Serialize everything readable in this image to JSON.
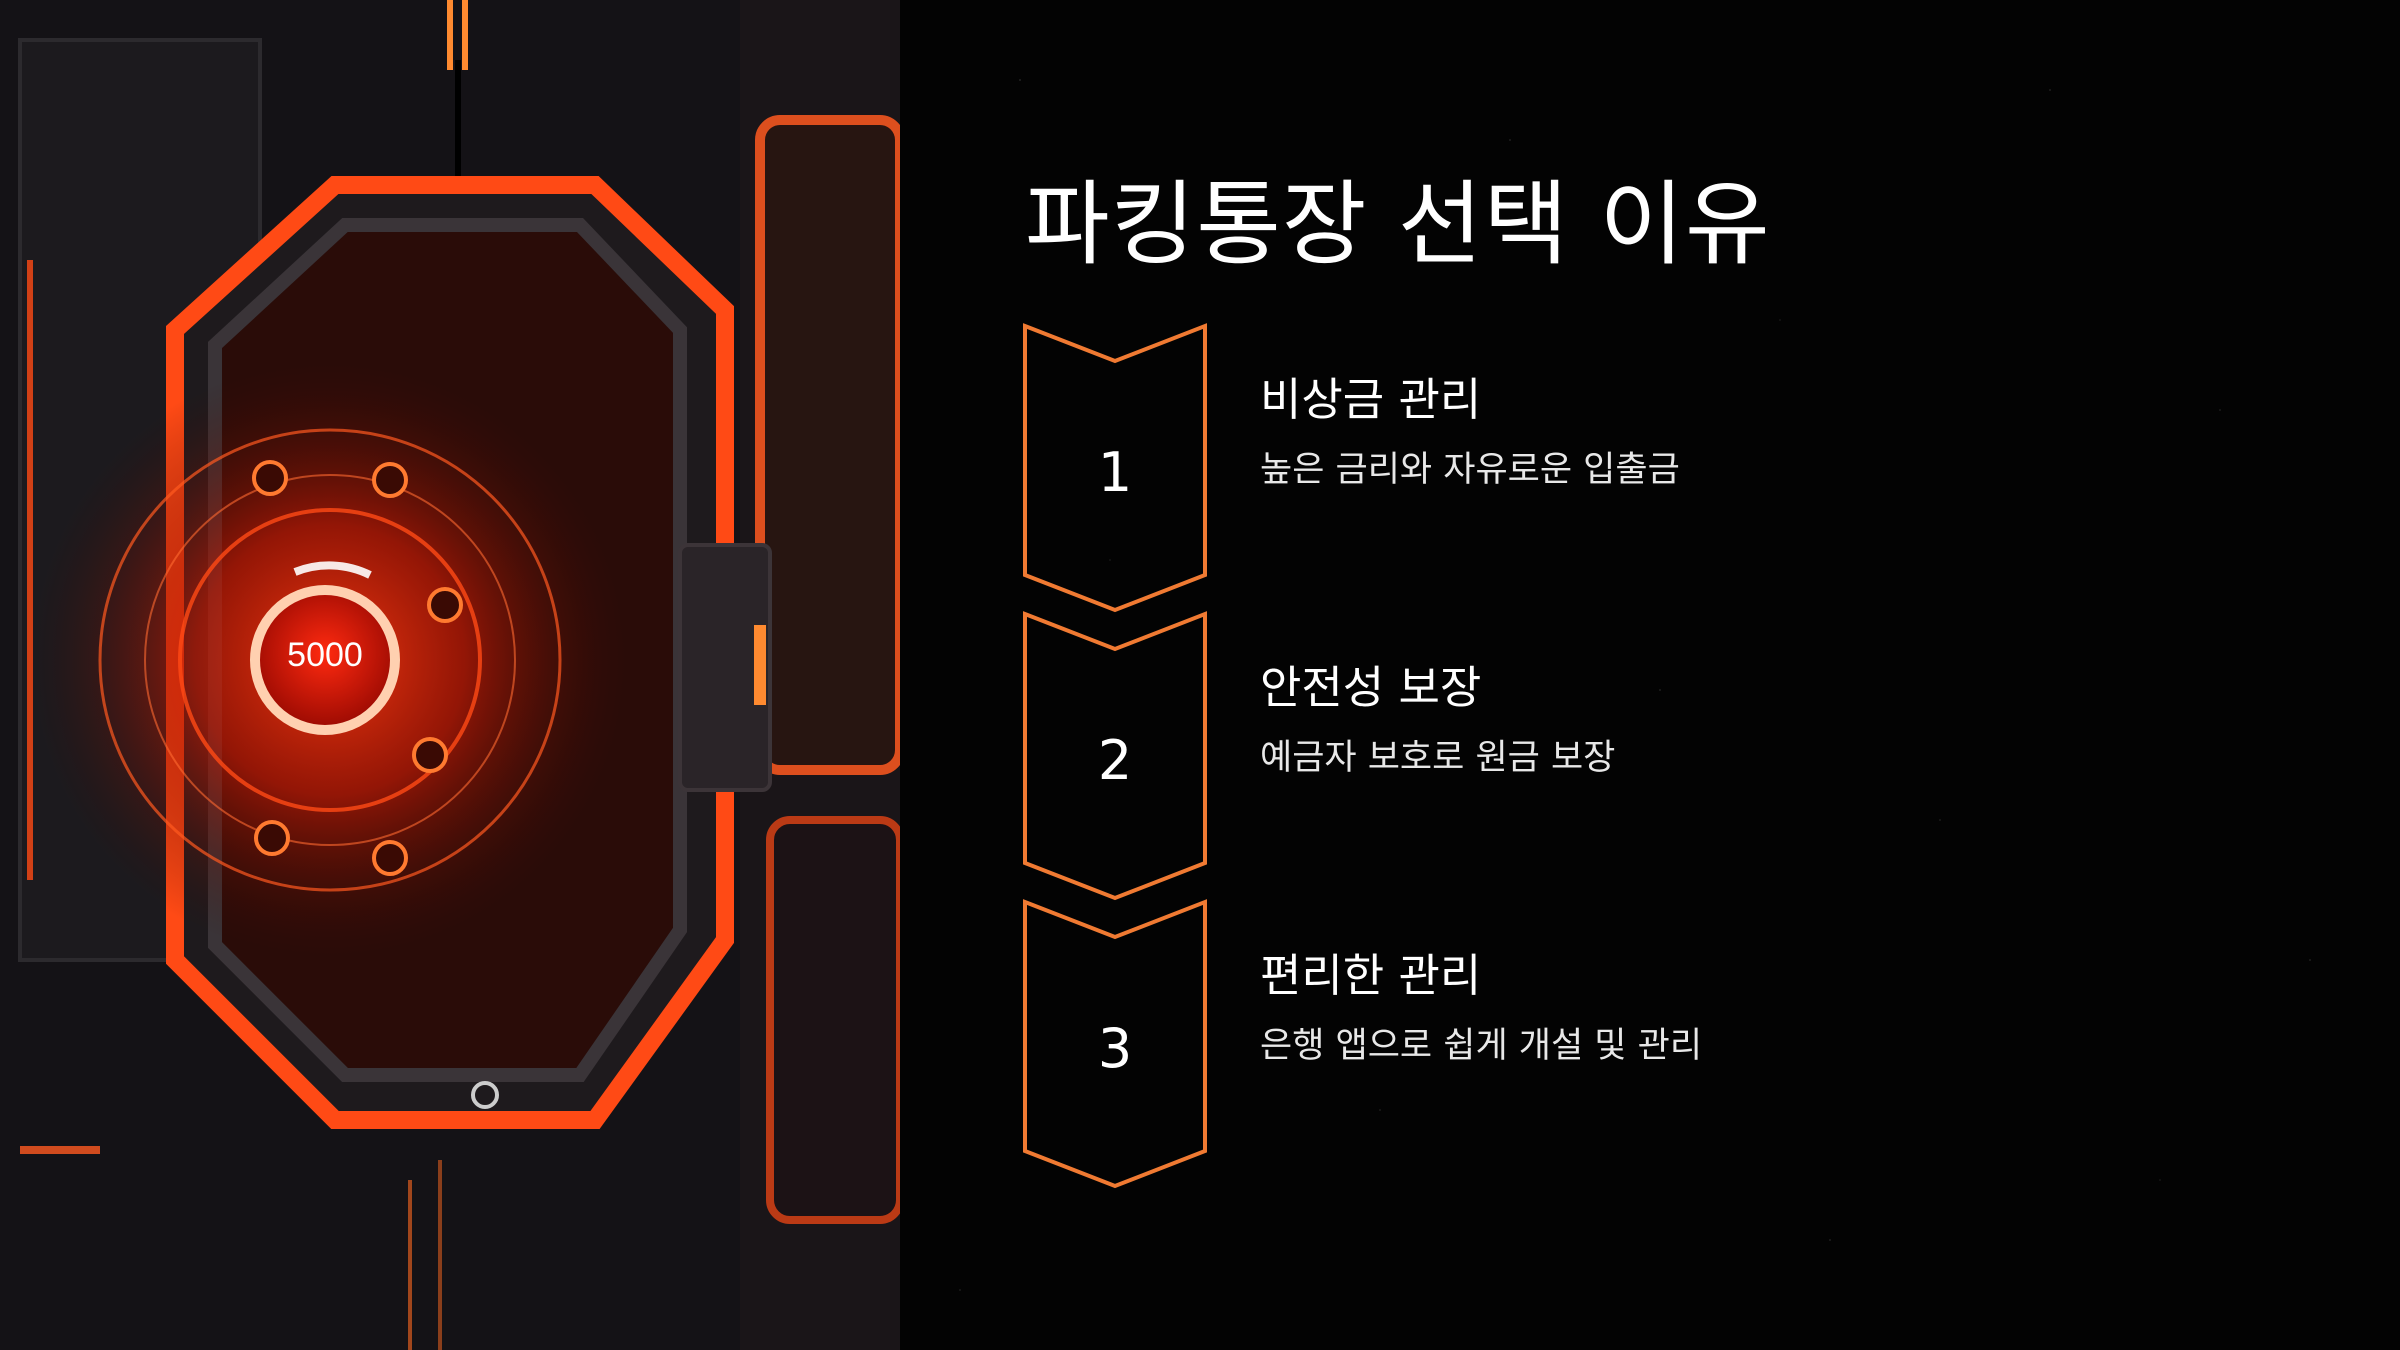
{
  "title": "파킹통장 선택 이유",
  "illustration": {
    "dial_text": "5000"
  },
  "accent_color": "#f07a32",
  "steps": [
    {
      "number": "1",
      "heading": "비상금 관리",
      "description": "높은 금리와 자유로운 입출금"
    },
    {
      "number": "2",
      "heading": "안전성 보장",
      "description": "예금자 보호로 원금 보장"
    },
    {
      "number": "3",
      "heading": "편리한 관리",
      "description": "은행 앱으로 쉽게 개설 및 관리"
    }
  ]
}
